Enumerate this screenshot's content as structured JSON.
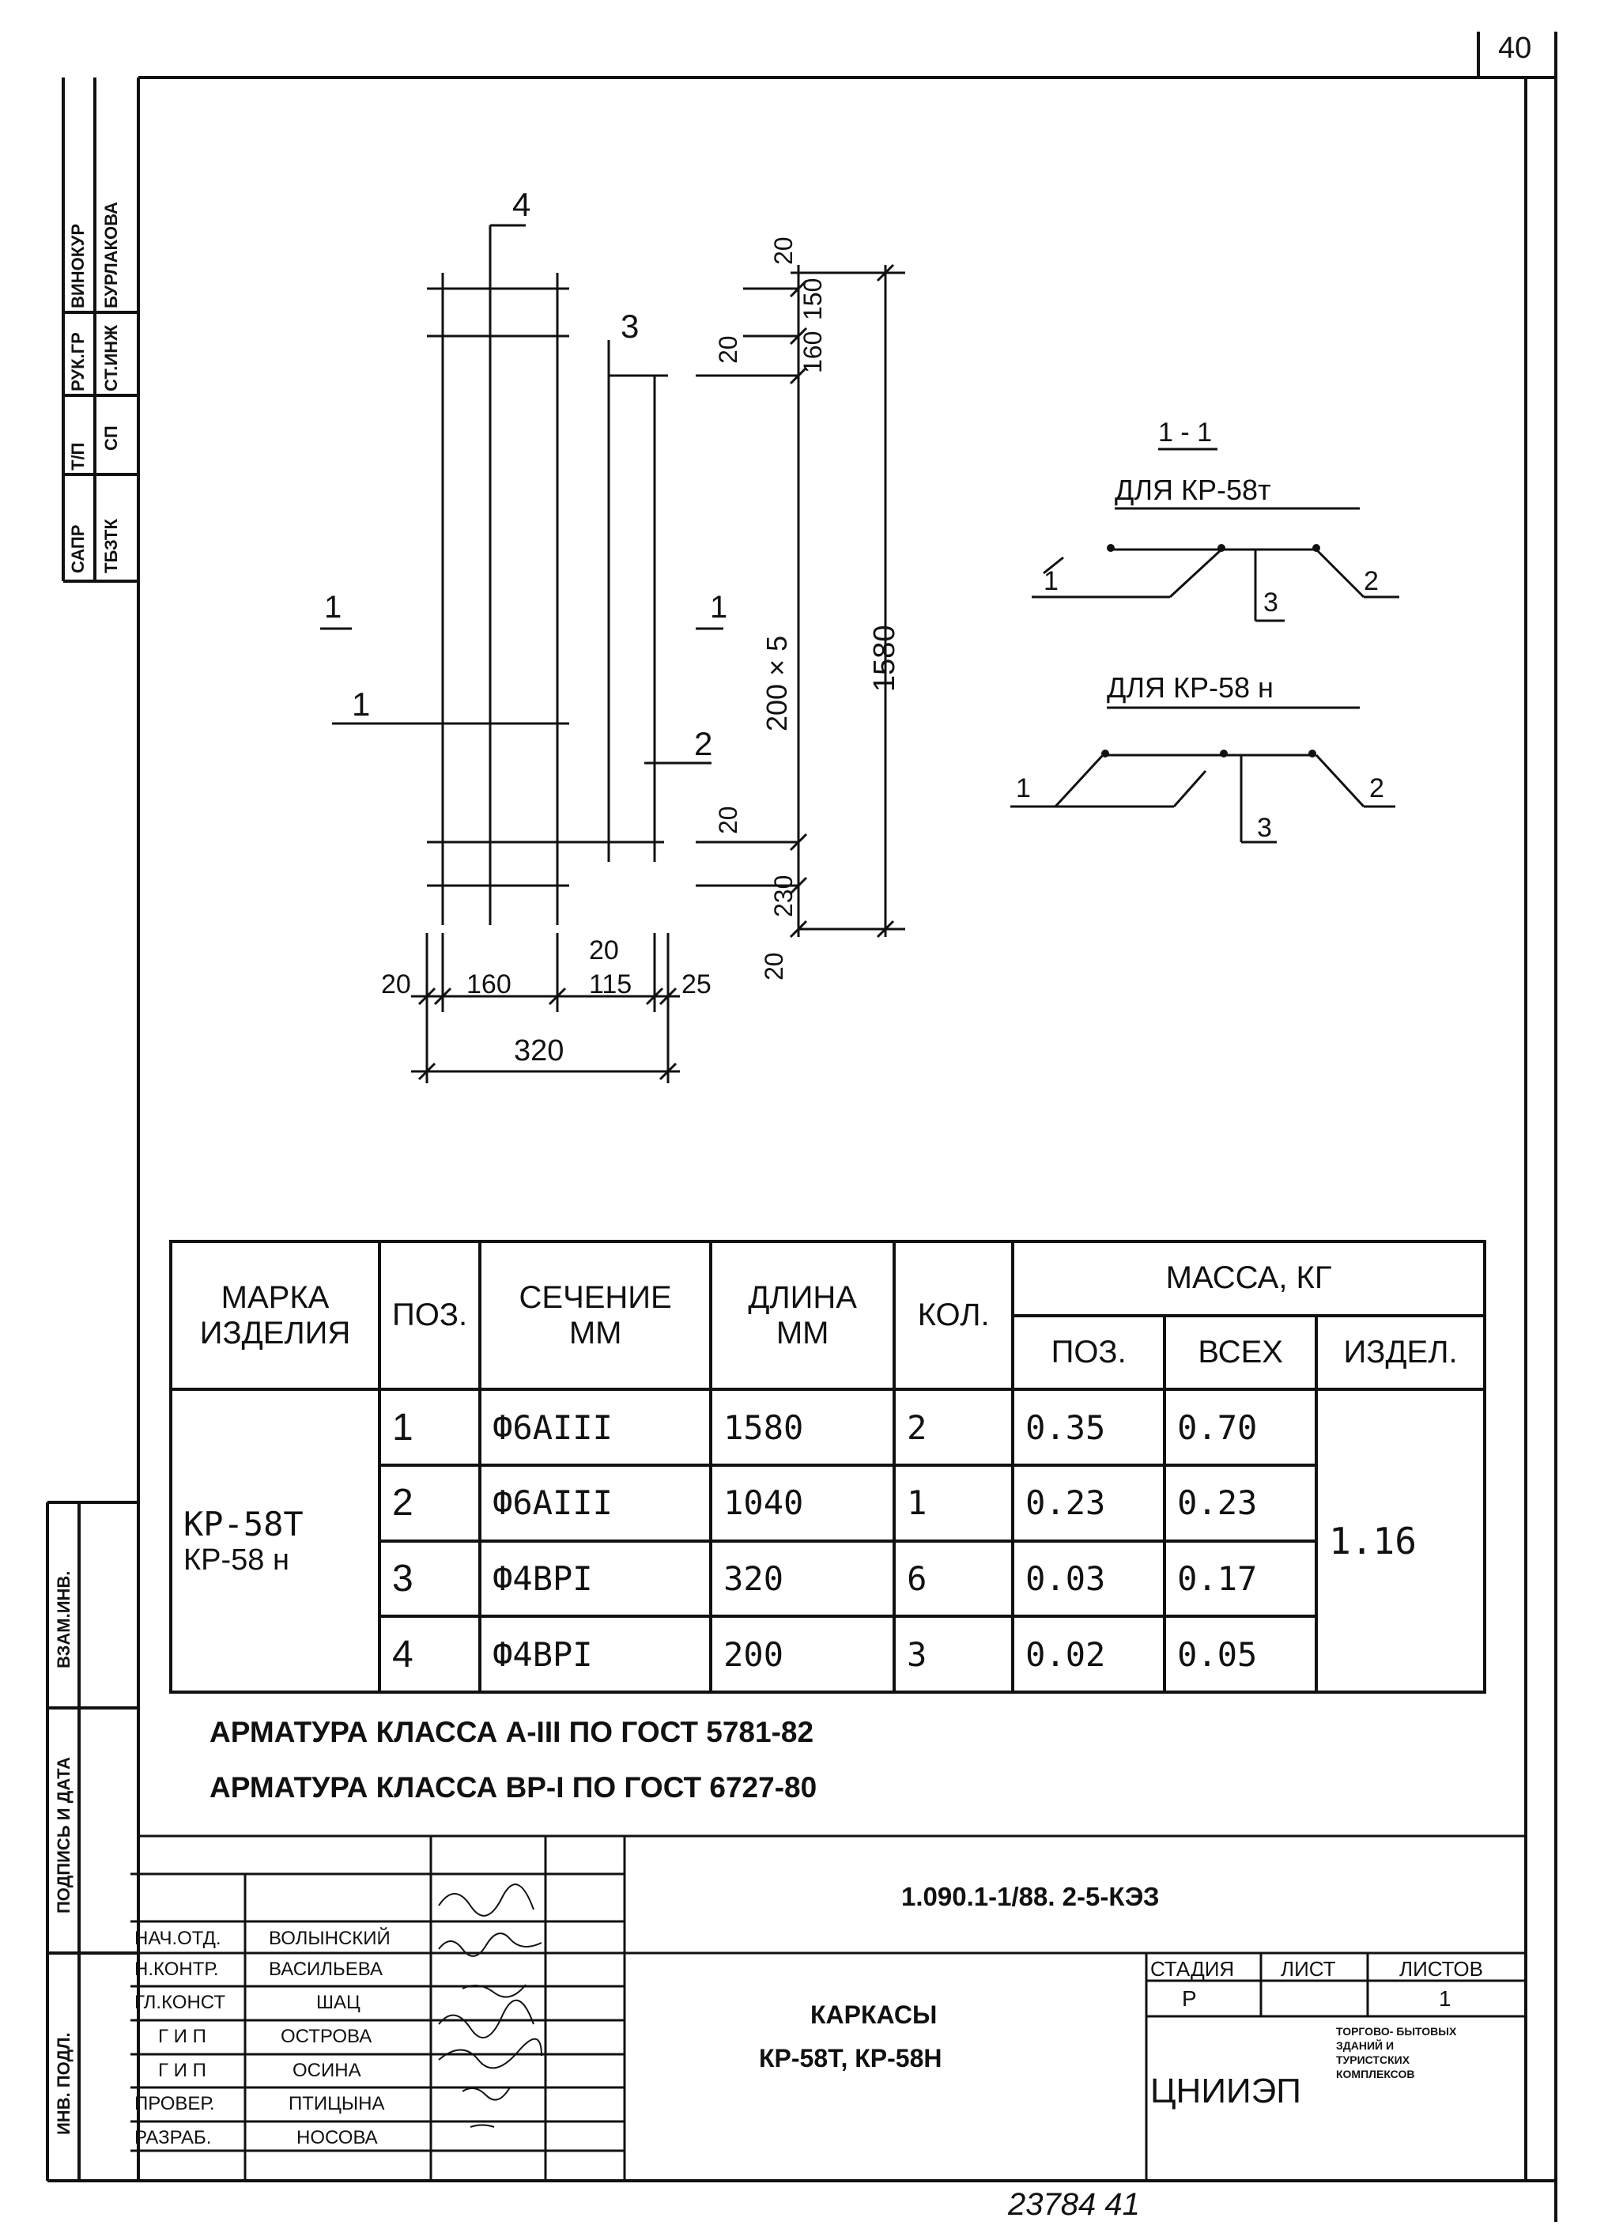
{
  "page_number": "40",
  "footer_number": "23784 41",
  "side_stamp": {
    "roles": [
      "ВИНОКУР",
      "РУК.ГР",
      "Т/П",
      "САПР"
    ],
    "names": [
      "БУРЛАКОВА",
      "СТ.ИНЖ",
      "СП",
      "ТБЗТК"
    ],
    "left_strip": [
      "ВЗАМ.ИНВ.",
      "ПОДПИСЬ И ДАТА",
      "ИНВ. ПОДЛ."
    ]
  },
  "drawing": {
    "positions": [
      "1",
      "2",
      "3",
      "4"
    ],
    "section_mark": "1",
    "dims": {
      "top_20": "20",
      "d150": "150",
      "d160": "160",
      "d20a": "20",
      "pitch": "200 × 5",
      "total": "1580",
      "d20b": "20",
      "d230": "230",
      "bot_20": "20",
      "b20": "20",
      "b160": "160",
      "b20b": "20",
      "b115": "115",
      "b25": "25",
      "b320": "320"
    }
  },
  "section": {
    "title": "1 - 1",
    "variant_t": "ДЛЯ  КР-58т",
    "variant_h": "ДЛЯ  КР-58 н",
    "labels": [
      "1",
      "2",
      "3"
    ]
  },
  "table": {
    "headers": {
      "mark": "МАРКА ИЗДЕЛИЯ",
      "pos": "ПОЗ.",
      "section": "СЕЧЕНИЕ ММ",
      "length": "ДЛИНА ММ",
      "qty": "КОЛ.",
      "mass": "МАССА, КГ",
      "mass_pos": "ПОЗ.",
      "mass_all": "ВСЕХ",
      "mass_item": "ИЗДЕЛ."
    },
    "mark_main": "КР-58Т",
    "mark_alt": "КР-58 н",
    "item_mass": "1.16",
    "rows": [
      {
        "pos": "1",
        "section": "Ф6АIII",
        "length": "1580",
        "qty": "2",
        "mass_pos": "0.35",
        "mass_all": "0.70"
      },
      {
        "pos": "2",
        "section": "Ф6АIII",
        "length": "1040",
        "qty": "1",
        "mass_pos": "0.23",
        "mass_all": "0.23"
      },
      {
        "pos": "3",
        "section": "Ф4ВРI",
        "length": "320",
        "qty": "6",
        "mass_pos": "0.03",
        "mass_all": "0.17"
      },
      {
        "pos": "4",
        "section": "Ф4ВРI",
        "length": "200",
        "qty": "3",
        "mass_pos": "0.02",
        "mass_all": "0.05"
      }
    ]
  },
  "notes": [
    "АРМАТУРА КЛАССА А-III ПО ГОСТ 5781-82",
    "АРМАТУРА КЛАССА ВР-I ПО ГОСТ 6727-80"
  ],
  "title_block": {
    "code": "1.090.1-1/88. 2-5-КЭЗ",
    "title_line1": "КАРКАСЫ",
    "title_line2": "КР-58Т, КР-58Н",
    "signers": [
      {
        "role": "НАЧ.ОТД.",
        "name": "ВОЛЫНСКИЙ"
      },
      {
        "role": "Н.КОНТР.",
        "name": "ВАСИЛЬЕВА"
      },
      {
        "role": "ГЛ.КОНСТ",
        "name": "ШАЦ"
      },
      {
        "role": "Г И П",
        "name": "ОСТРОВА"
      },
      {
        "role": "Г И П",
        "name": "ОСИНА"
      },
      {
        "role": "ПРОВЕР.",
        "name": "ПТИЦЫНА"
      },
      {
        "role": "РАЗРАБ.",
        "name": "НОСОВА"
      }
    ],
    "stage_label": "СТАДИЯ",
    "sheet_label": "ЛИСТ",
    "sheets_label": "ЛИСТОВ",
    "stage_value": "Р",
    "sheet_value": "",
    "sheets_value": "1",
    "org": "ЦНИИЭП",
    "org_desc": "ТОРГОВО- БЫТОВЫХ ЗДАНИЙ И ТУРИСТСКИХ КОМПЛЕКСОВ"
  }
}
